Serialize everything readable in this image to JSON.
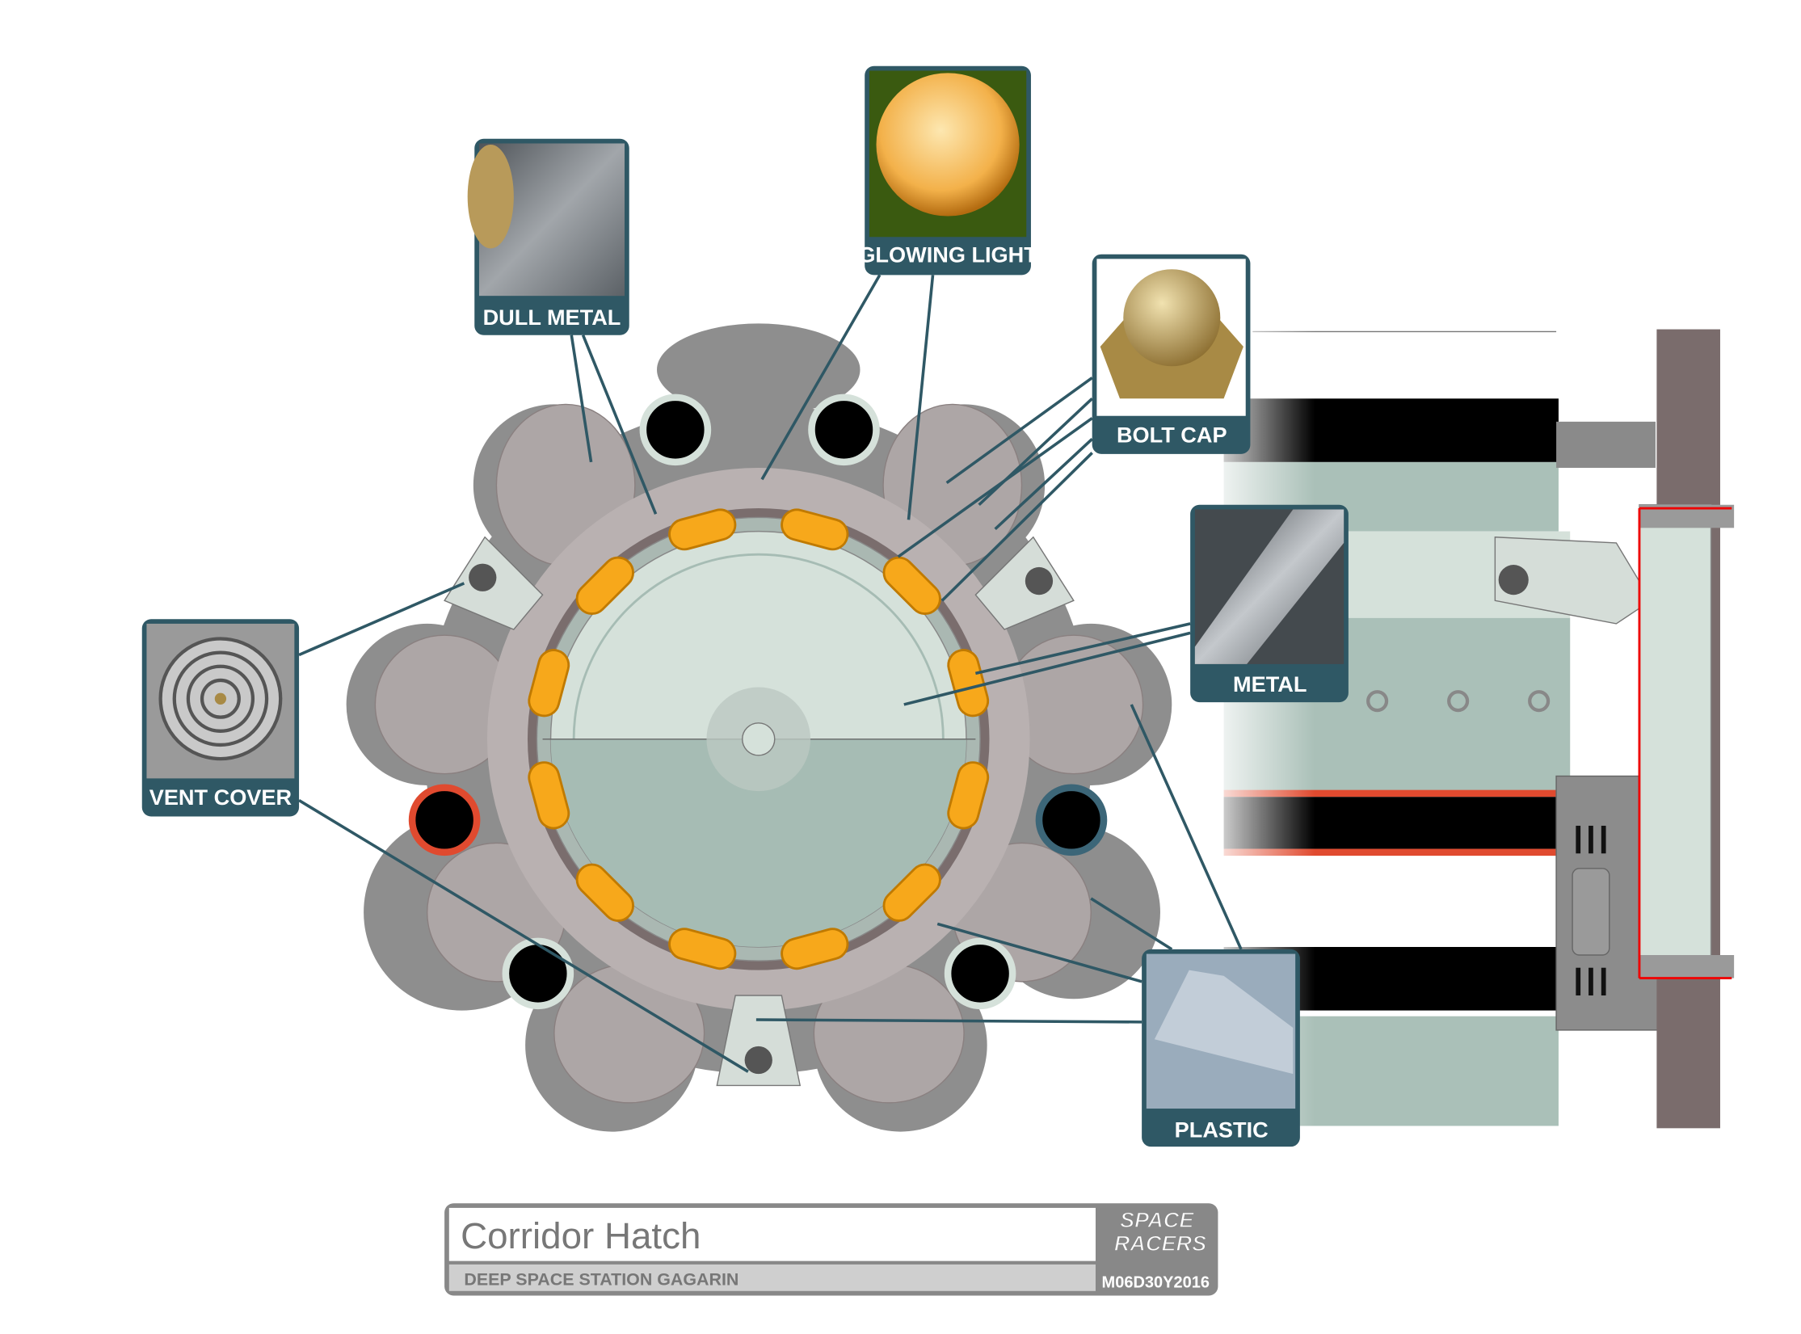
{
  "callouts": {
    "dull_metal": "DULL METAL",
    "glowing_light": "GLOWING LIGHT",
    "bolt_cap": "BOLT CAP",
    "metal": "METAL",
    "vent_cover": "VENT COVER",
    "plastic": "PLASTIC"
  },
  "title_block": {
    "title": "Corridor Hatch",
    "subtitle": "DEEP SPACE STATION GAGARIN",
    "logo_text": "SPACE RACERS",
    "date": "M06D30Y2016"
  },
  "colors": {
    "callout_border": "#2f5865",
    "orange_light": "#f7a81b",
    "hatch_light": "#d5e1da",
    "hatch_dark": "#a6bcb4",
    "red_ring": "#e04a2f",
    "blue_ring": "#3c6678"
  }
}
